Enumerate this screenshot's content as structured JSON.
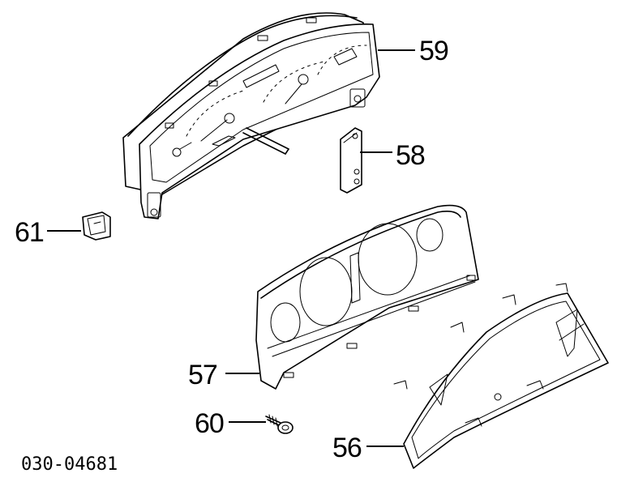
{
  "callouts": {
    "c59": "59",
    "c58": "58",
    "c61": "61",
    "c57": "57",
    "c60": "60",
    "c56": "56"
  },
  "diagram_code": "030-04681"
}
